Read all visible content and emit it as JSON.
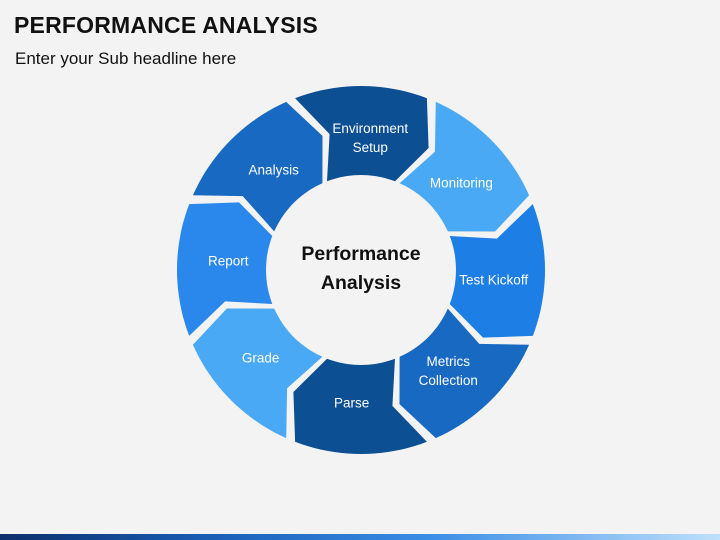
{
  "slide": {
    "title": "PERFORMANCE ANALYSIS",
    "subtitle": "Enter your Sub headline here"
  },
  "diagram": {
    "center_lines": [
      "Performance",
      "Analysis"
    ],
    "segments": [
      {
        "lines": [
          "Analysis"
        ],
        "color": "#1769c2"
      },
      {
        "lines": [
          "Environment",
          "Setup"
        ],
        "color": "#0d4f93"
      },
      {
        "lines": [
          "Monitoring"
        ],
        "color": "#4aa9f5"
      },
      {
        "lines": [
          "Test Kickoff"
        ],
        "color": "#1d7fe6"
      },
      {
        "lines": [
          "Metrics",
          "Collection"
        ],
        "color": "#1769c2"
      },
      {
        "lines": [
          "Parse"
        ],
        "color": "#0d4f93"
      },
      {
        "lines": [
          "Grade"
        ],
        "color": "#4aa9f5"
      },
      {
        "lines": [
          "Report"
        ],
        "color": "#2a88ec"
      }
    ]
  }
}
